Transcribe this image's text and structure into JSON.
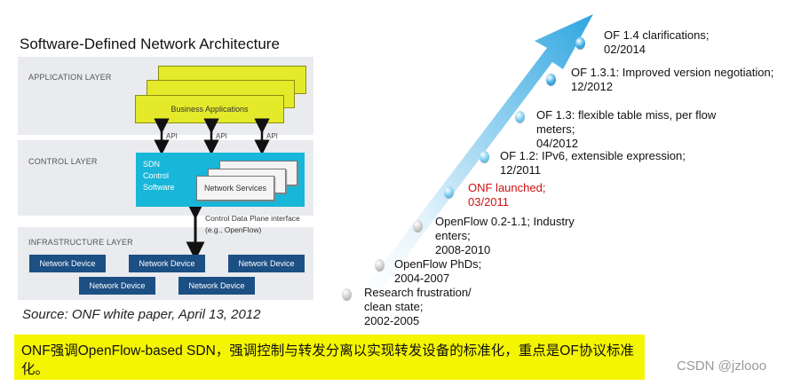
{
  "architecture": {
    "title": "Software-Defined Network Architecture",
    "layers": {
      "application": "APPLICATION LAYER",
      "control": "CONTROL LAYER",
      "infrastructure": "INFRASTRUCTURE LAYER"
    },
    "business_applications": "Business Applications",
    "api_label": "API",
    "sdn_control_software": "SDN\nControl\nSoftware",
    "network_services": "Network Services",
    "control_data_plane": "Control Data Plane interface\n(e.g., OpenFlow)",
    "network_device": "Network Device",
    "source": "Source: ONF white paper, April 13, 2012"
  },
  "timeline": {
    "milestones": [
      {
        "text": "Research frustration/\nclean state;\n2002-2005"
      },
      {
        "text": "OpenFlow PhDs;\n2004-2007"
      },
      {
        "text": "OpenFlow 0.2-1.1; Industry\nenters;\n2008-2010"
      },
      {
        "text": "ONF launched;\n03/2011",
        "highlight": true
      },
      {
        "text": "OF 1.2: IPv6, extensible expression;\n12/2011"
      },
      {
        "text": "OF 1.3: flexible table miss, per flow\nmeters;\n04/2012"
      },
      {
        "text": "OF 1.3.1: Improved version negotiation;\n12/2012"
      },
      {
        "text": "OF 1.4 clarifications;\n02/2014"
      }
    ],
    "highlight_color": "#cc1111"
  },
  "note": {
    "text": "ONF强调OpenFlow-based SDN，强调控制与转发分离以实现转发设备的标准化，重点是OF协议标准化。"
  },
  "watermark": "CSDN @jzlooo"
}
